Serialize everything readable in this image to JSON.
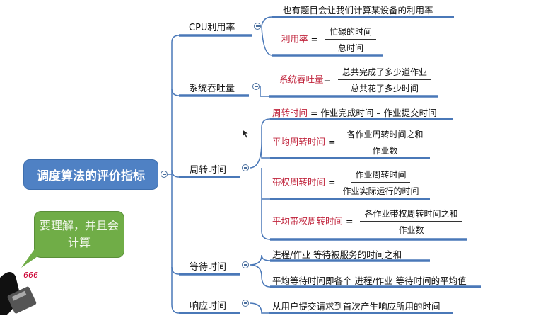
{
  "root": {
    "title": "调度算法的评价指标"
  },
  "callout": {
    "text": "要理解，并且会计算"
  },
  "sticker": {
    "text": "666"
  },
  "branches": {
    "cpu": {
      "label": "CPU利用率",
      "note": "也有题目会让我们计算某设备的利用率",
      "formula": {
        "name": "利用率",
        "eq": "=",
        "num": "忙碌的时间",
        "den": "总时间"
      }
    },
    "throughput": {
      "label": "系统吞吐量",
      "formula": {
        "name": "系统吞吐量",
        "eq": "=",
        "num": "总共完成了多少道作业",
        "den": "总共花了多少时间"
      }
    },
    "turnaround": {
      "label": "周转时间",
      "def": {
        "name": "周转时间",
        "rest": " = 作业完成时间 – 作业提交时间"
      },
      "avg": {
        "name": "平均周转时间",
        "eq": "=",
        "num": "各作业周转时间之和",
        "den": "作业数"
      },
      "weighted": {
        "name": "带权周转时间",
        "eq": "=",
        "num": "作业周转时间",
        "den": "作业实际运行的时间"
      },
      "avg_weighted": {
        "name": "平均带权周转时间",
        "eq": "=",
        "num": "各作业带权周转时间之和",
        "den": "作业数"
      }
    },
    "waiting": {
      "label": "等待时间",
      "items": [
        "进程/作业 等待被服务的时间之和",
        "平均等待时间即各个 进程/作业 等待时间的平均值"
      ]
    },
    "response": {
      "label": "响应时间",
      "text": "从用户提交请求到首次产生响应所用的时间"
    }
  },
  "colors": {
    "line": "#4a78b8",
    "root": "#4f81c4",
    "callout": "#70ad47",
    "formula_name": "#c0243c"
  }
}
